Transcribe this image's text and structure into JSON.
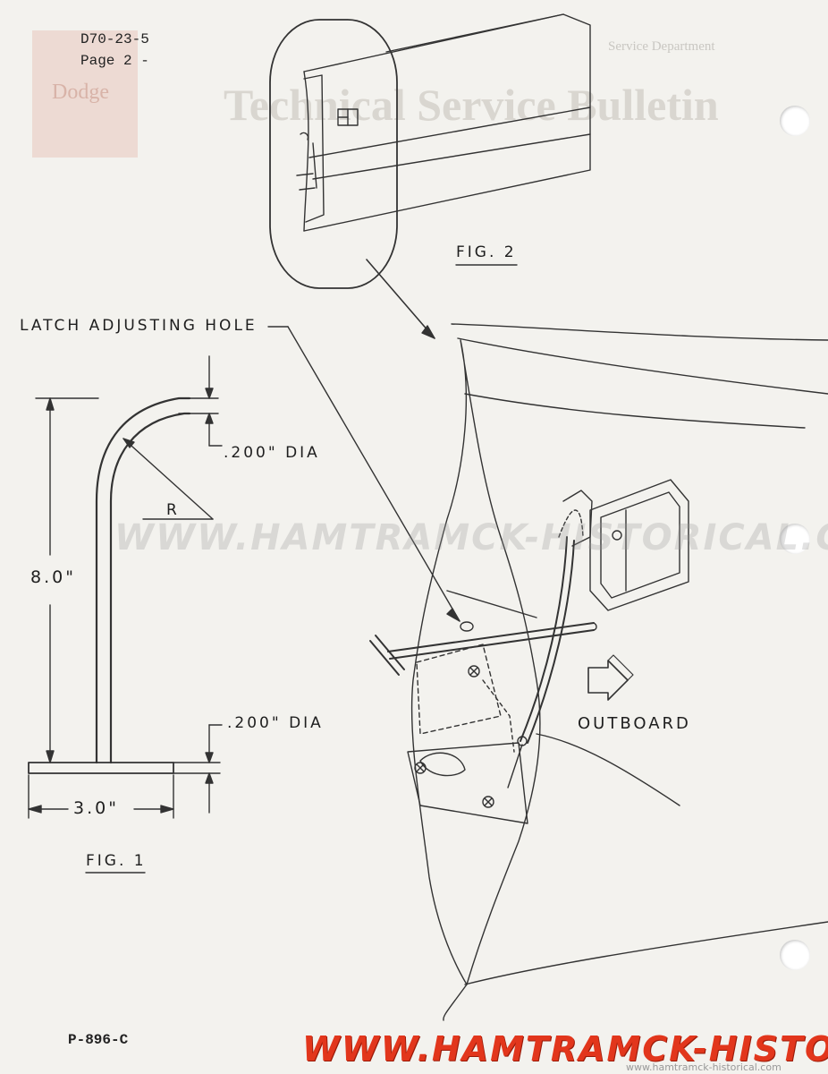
{
  "header": {
    "doc_number": "D70-23-5",
    "page": "Page 2 -"
  },
  "bleed_through": {
    "department": "Service Department",
    "title": "Technical Service Bulletin",
    "brand": "Dodge"
  },
  "fig2": {
    "label": "FIG. 2",
    "callout": "LATCH ADJUSTING HOLE",
    "direction": "OUTBOARD"
  },
  "fig1": {
    "label": "FIG. 1",
    "dia_top": ".200\" DIA",
    "dia_bottom": ".200\" DIA",
    "radius": "R",
    "height": "8.0\"",
    "width": "3.0\""
  },
  "footer": {
    "code": "P-896-C"
  },
  "watermark": {
    "main": "WWW.HAMTRAMCK-HISTORICAL.COM",
    "small": "www.hamtramck-historical.com"
  }
}
